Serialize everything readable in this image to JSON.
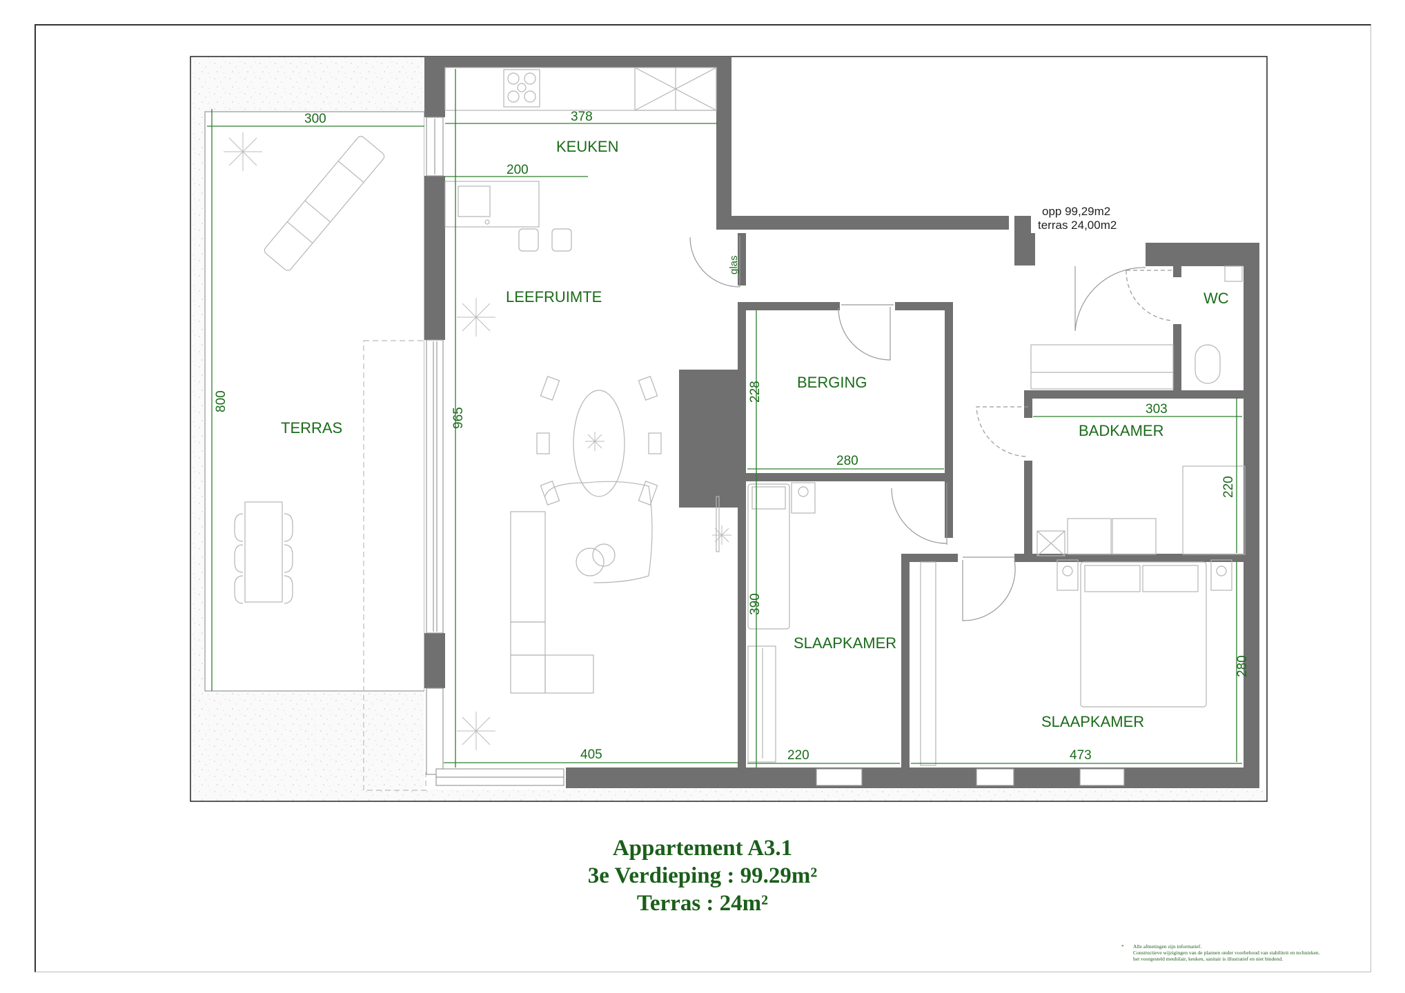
{
  "title": {
    "line1": "Appartement A3.1",
    "line2": "3e Verdieping : 99.29m²",
    "line3": "Terras : 24m²"
  },
  "rooms": {
    "keuken": "KEUKEN",
    "leefruimte": "LEEFRUIMTE",
    "terras": "TERRAS",
    "berging": "BERGING",
    "wc": "WC",
    "badkamer": "BADKAMER",
    "slaapkamer1": "SLAAPKAMER",
    "slaapkamer2": "SLAAPKAMER"
  },
  "dimensions": {
    "terras_width": "300",
    "terras_length": "800",
    "keuken_width": "378",
    "island_width": "200",
    "leefruimte_length": "965",
    "leefruimte_width": "405",
    "berging_height": "228",
    "berging_width": "280",
    "badkamer_width": "303",
    "badkamer_height": "220",
    "slaapkamer1_height": "390",
    "slaapkamer1_width": "220",
    "slaapkamer2_width": "473",
    "slaapkamer2_height": "280"
  },
  "annotations": {
    "glas": "glas",
    "area_note_top": "opp 99,29m2",
    "area_note": "terras 24,00m2"
  },
  "disclaimer": {
    "marker": "*",
    "line1": "Alle afmetingen zijn informatief.",
    "line2": "Constructieve wijzigingen van de plannen onder voorbehoud van stabiliteit en technieken.",
    "line3": "het voorgesteld meubilair, keuken, sanitair is illustratief en niet bindend."
  },
  "colors": {
    "wall": "#707070",
    "label_green": "#1a6b1a",
    "title_green": "#1a5e1a",
    "furniture_line": "#b5b5b5"
  }
}
